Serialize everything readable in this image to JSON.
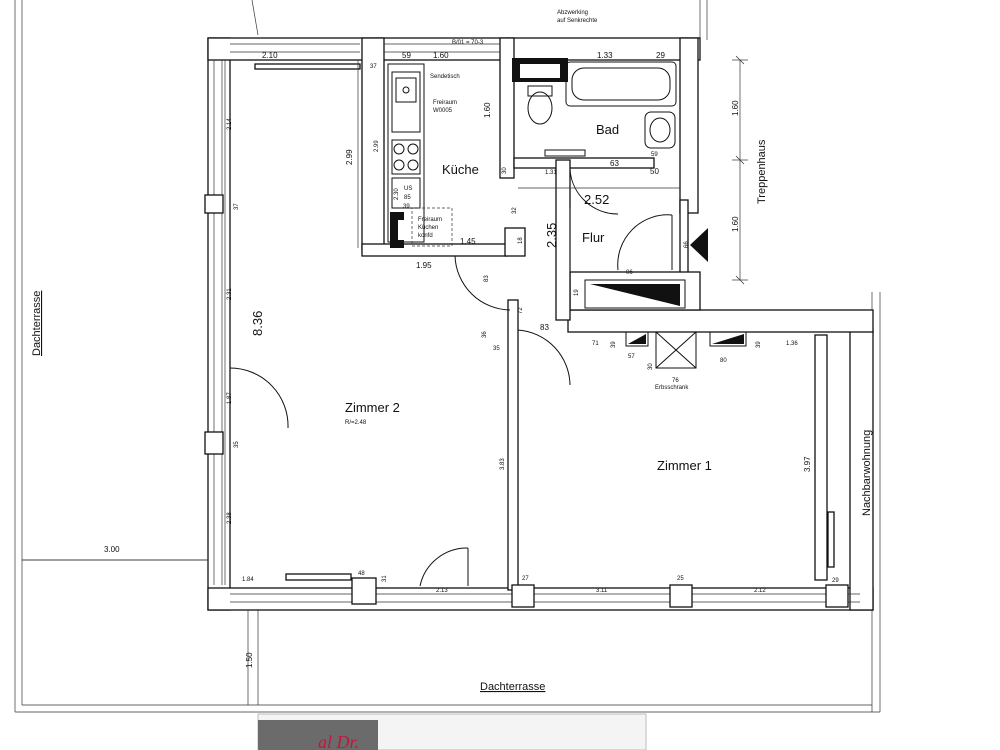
{
  "plan": {
    "rooms": {
      "zimmer2": "Zimmer 2",
      "zimmer2_sub": "R/=2.48",
      "zimmer1": "Zimmer 1",
      "kueche": "Küche",
      "bad": "Bad",
      "flur": "Flur",
      "erbsschrank": "Erbsschrank"
    },
    "outside": {
      "dachterrasse_left": "Dachterrasse",
      "dachterrasse_bottom": "Dachterrasse",
      "treppenhaus": "Treppenhaus",
      "nachbarwohnung": "Nachbarwohnung"
    },
    "notes": {
      "abzug_line1": "Abzwerking",
      "abzug_line2": "auf Senkrechte",
      "spuele": "Sendetisch",
      "fridge_line1": "Freiraum",
      "fridge_line2": "W0005",
      "us_line1": "US",
      "us_line2": "85",
      "kitchen_line1": "Freiraum",
      "kitchen_line2": "Küchen",
      "kitchen_line3": "konfd"
    },
    "dimensions": {
      "top_210": "2.10",
      "top_59": "59",
      "top_160": "1.60",
      "top_bw": "B/01 = 70-3",
      "top_133": "1.33",
      "top_29": "29",
      "kitchen_37": "37",
      "kitchen_160": "1.60",
      "kitchen_299a": "2.99",
      "kitchen_299b": "2.99",
      "kitchen_39": "39",
      "kitchen_230": "2.30",
      "kitchen_145": "1.45",
      "kitchen_195": "1.95",
      "bad_30": "30",
      "bad_131": "1.31",
      "bad_63": "63",
      "bad_50": "50",
      "bad_59": "59",
      "flur_252": "2.52",
      "flur_235": "2.35",
      "flur_32": "32",
      "flur_18": "18",
      "flur_83a": "83",
      "flur_83b": "83",
      "flur_19": "19",
      "flur_66": "66",
      "flur_06": "06",
      "flur_36": "36",
      "flur_35": "35",
      "flur_72": "72",
      "right_160a": "1.60",
      "right_160b": "1.60",
      "left_214": "2.14",
      "left_37": "37",
      "left_231": "2.31",
      "left_836": "8.36",
      "left_187": "1.87",
      "left_35": "35",
      "left_238": "2.38",
      "left_300": "3.00",
      "left_184": "1.84",
      "bottom_48": "48",
      "bottom_31": "31",
      "bottom_213": "2.13",
      "z2_383": "3.83",
      "z1_27": "27",
      "z1_311": "3.11",
      "z1_25": "25",
      "z1_212": "2.12",
      "z1_29": "29",
      "z1_397": "3.97",
      "z1_136": "1.36",
      "z1_71": "71",
      "z1_57": "57",
      "z1_30": "30",
      "z1_76": "76",
      "z1_80": "80",
      "z1_39a": "39",
      "z1_39b": "39",
      "bottom_150": "1.50"
    },
    "logo": "al Dr."
  }
}
